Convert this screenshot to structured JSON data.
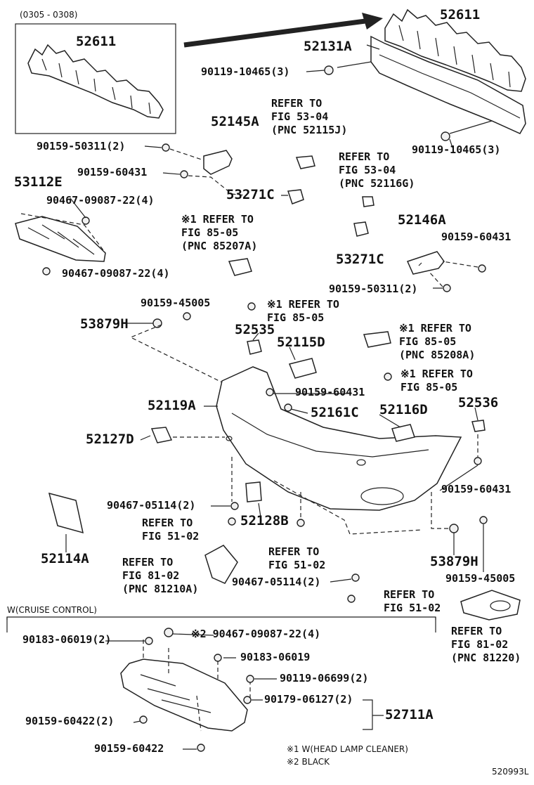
{
  "inset": {
    "range": "(0305 - 0308)",
    "part": "52611"
  },
  "parts": {
    "p52611": "52611",
    "p52131A": "52131A",
    "p90119_10465_a": "90119-10465(3)",
    "p90119_10465_b": "90119-10465(3)",
    "p52145A": "52145A",
    "p90159_50311_a": "90159-50311(2)",
    "p90159_60431_a": "90159-60431",
    "p53112E": "53112E",
    "p90467_09087_a": "90467-09087-22(4)",
    "p90467_09087_b": "90467-09087-22(4)",
    "p53271C_a": "53271C",
    "p53271C_b": "53271C",
    "p52146A": "52146A",
    "p90159_60431_b": "90159-60431",
    "p90159_50311_b": "90159-50311(2)",
    "p90159_45005_a": "90159-45005",
    "p53879H_a": "53879H",
    "p52535": "52535",
    "p52115D": "52115D",
    "p52119A": "52119A",
    "p90159_60431_c": "90159-60431",
    "p52161C": "52161C",
    "p52116D": "52116D",
    "p52536": "52536",
    "p52127D": "52127D",
    "p90159_60431_d": "90159-60431",
    "p90467_05114_a": "90467-05114(2)",
    "p52128B": "52128B",
    "p52114A": "52114A",
    "p53879H_b": "53879H",
    "p90159_45005_b": "90159-45005",
    "p90467_05114_b": "90467-05114(2)",
    "p90183_06019_a": "90183-06019(2)",
    "p90467_09087_c": "※2 90467-09087-22(4)",
    "p90183_06019_b": "90183-06019",
    "p90119_06699": "90119-06699(2)",
    "p90179_06127": "90179-06127(2)",
    "p52711A": "52711A",
    "p90159_60422_a": "90159-60422(2)",
    "p90159_60422_b": "90159-60422"
  },
  "refs": {
    "r1": "REFER TO\nFIG 53-04\n(PNC 52115J)",
    "r2": "REFER TO\nFIG 53-04\n(PNC 52116G)",
    "r3": "※1 REFER TO\nFIG 85-05\n(PNC 85207A)",
    "r4": "※1 REFER TO\nFIG 85-05",
    "r5": "※1 REFER TO\nFIG 85-05\n(PNC 85208A)",
    "r6": "※1 REFER TO\nFIG 85-05",
    "r7": "REFER TO\nFIG 51-02",
    "r8": "REFER TO\nFIG 81-02\n(PNC 81210A)",
    "r9": "REFER TO\nFIG 51-02",
    "r10": "REFER TO\nFIG 51-02",
    "r11": "REFER TO\nFIG 81-02\n(PNC 81220)"
  },
  "section_title": "W(CRUISE CONTROL)",
  "footnotes": {
    "n1": "※1 W(HEAD LAMP CLEANER)",
    "n2": "※2 BLACK"
  },
  "figure_id": "520993L"
}
